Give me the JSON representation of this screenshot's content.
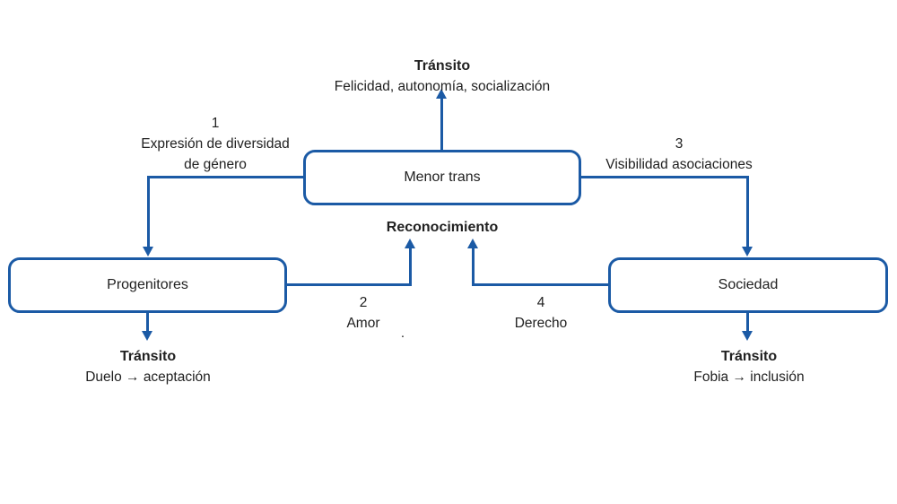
{
  "diagram": {
    "accent_color": "#1b5aa5",
    "nodes": {
      "menor_trans": {
        "label": "Menor trans"
      },
      "progenitores": {
        "label": "Progenitores"
      },
      "sociedad": {
        "label": "Sociedad"
      }
    },
    "center_label": "Reconocimiento",
    "outcomes": {
      "top": {
        "title": "Tránsito",
        "detail": "Felicidad, autonomía, socialización"
      },
      "left": {
        "title": "Tránsito",
        "detail": "Duelo → aceptación"
      },
      "right": {
        "title": "Tránsito",
        "detail": "Fobia → inclusión"
      }
    },
    "edges": {
      "e1": {
        "number": "1",
        "line1": "Expresión de diversidad",
        "line2": "de género"
      },
      "e2": {
        "number": "2",
        "label": "Amor"
      },
      "e3": {
        "number": "3",
        "label": "Visibilidad asociaciones"
      },
      "e4": {
        "number": "4",
        "label": "Derecho"
      }
    },
    "stray_mark": "."
  }
}
